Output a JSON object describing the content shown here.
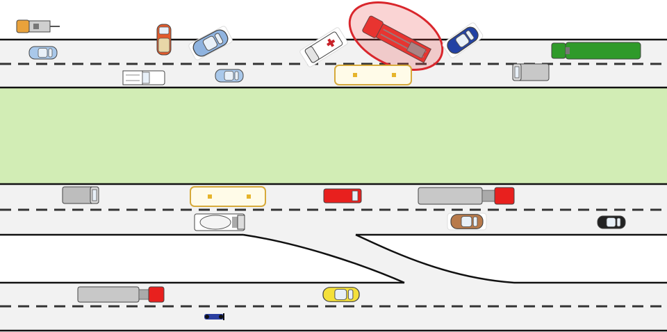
{
  "scene": {
    "colors": {
      "background": "#ffffff",
      "road": "#f2f2f2",
      "median": "#d2edb5",
      "highlight": "#d9262c"
    },
    "annotations": [
      {
        "id": "accident-highlight",
        "shape": "ellipse",
        "color": "#d9262c",
        "marks": "fire-truck-top"
      }
    ],
    "vehicles": [
      {
        "id": "tow-truck-topleft",
        "type": "tow-truck",
        "color": "#e9a23b"
      },
      {
        "id": "sedan-a",
        "type": "sedan",
        "color": "#a9c8ea"
      },
      {
        "id": "sedan-orange",
        "type": "sedan",
        "color": "#e25b2c"
      },
      {
        "id": "sedan-angled-blue",
        "type": "sedan",
        "color": "#8fb3df"
      },
      {
        "id": "ambulance",
        "type": "ambulance",
        "color": "#ffffff"
      },
      {
        "id": "fire-truck-top",
        "type": "fire-truck",
        "color": "#e8322e"
      },
      {
        "id": "sedan-navy",
        "type": "sedan",
        "color": "#2242a4"
      },
      {
        "id": "box-truck-green",
        "type": "box-truck",
        "color": "#2f9a2a"
      },
      {
        "id": "pickup-white",
        "type": "pickup",
        "color": "#ffffff"
      },
      {
        "id": "sedan-b",
        "type": "sedan",
        "color": "#a9c8ea"
      },
      {
        "id": "bus-top",
        "type": "bus",
        "color": "#fffbe8"
      },
      {
        "id": "van-gray-top",
        "type": "van",
        "color": "#c8c8c8"
      },
      {
        "id": "van-gray-bottom",
        "type": "van",
        "color": "#bdbdbd"
      },
      {
        "id": "bus-bottom",
        "type": "bus",
        "color": "#fffbe8"
      },
      {
        "id": "red-car",
        "type": "sedan",
        "color": "#e8201e"
      },
      {
        "id": "semi-gray-a",
        "type": "semi-truck",
        "color": "#c8c8c8"
      },
      {
        "id": "mixer-truck",
        "type": "mixer-truck",
        "color": "#ffffff"
      },
      {
        "id": "sedan-brown",
        "type": "sedan",
        "color": "#b87a4b"
      },
      {
        "id": "sedan-black",
        "type": "sedan",
        "color": "#222222"
      },
      {
        "id": "semi-gray-b",
        "type": "semi-truck",
        "color": "#c8c8c8"
      },
      {
        "id": "taxi-yellow",
        "type": "sedan",
        "color": "#f4e03a"
      },
      {
        "id": "motorcycle",
        "type": "motorcycle",
        "color": "#2a3ea0"
      }
    ]
  }
}
